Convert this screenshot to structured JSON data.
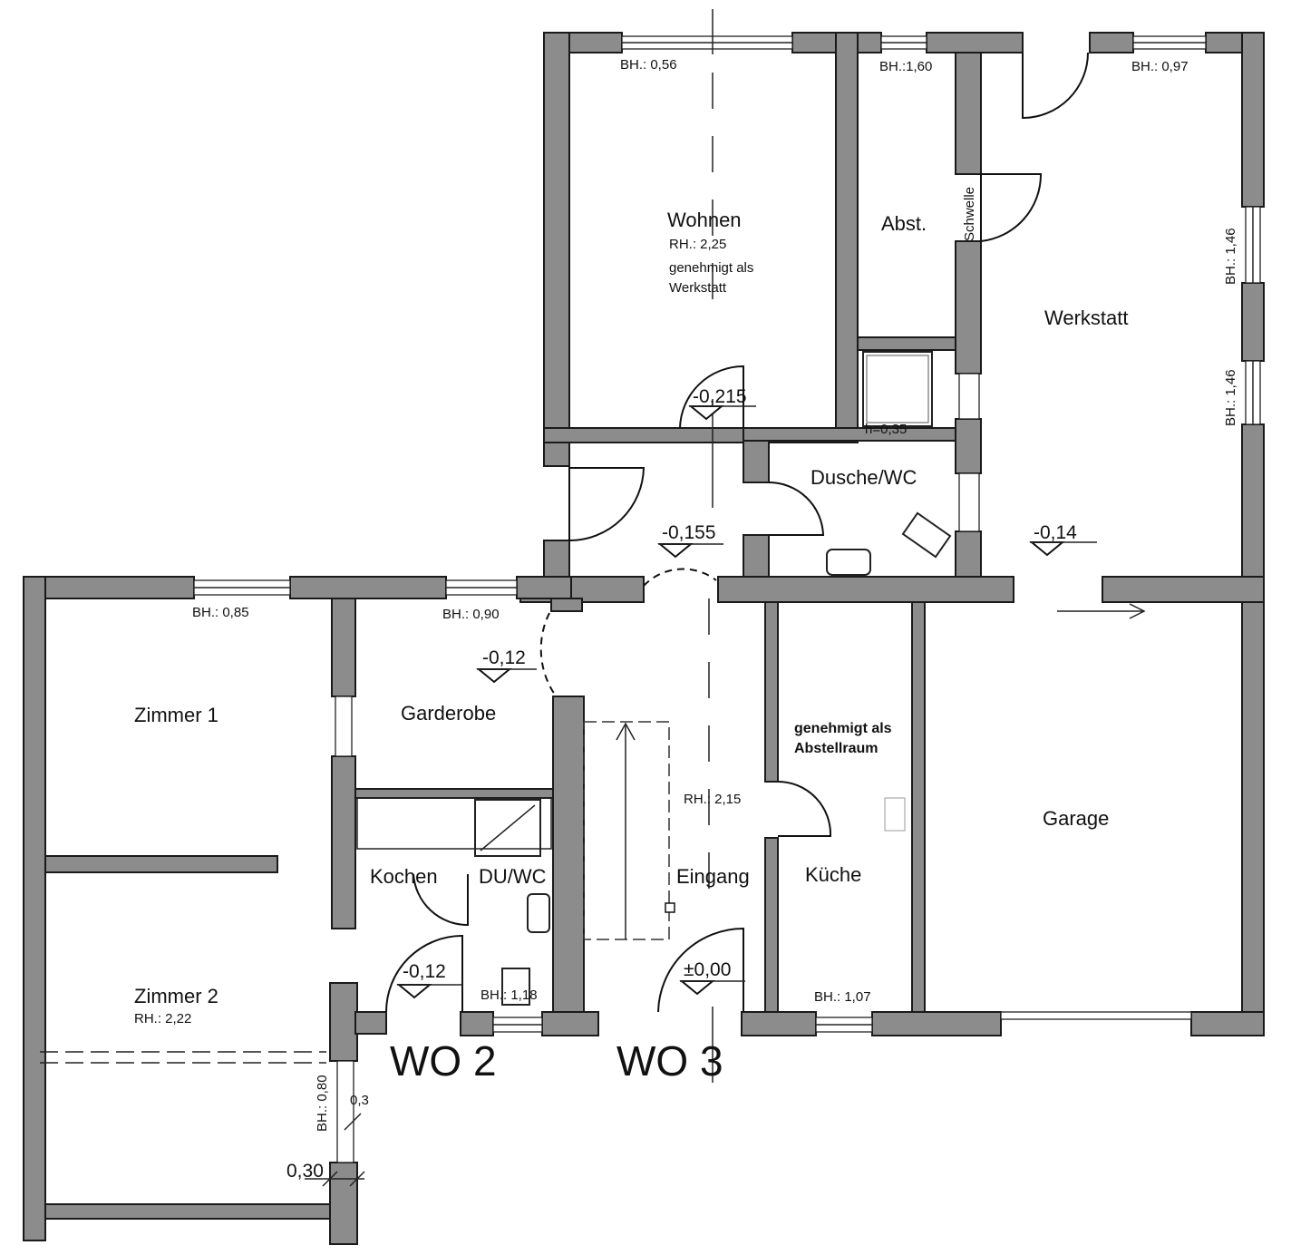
{
  "rooms": {
    "wohnen": "Wohnen",
    "wohnen_rh": "RH.: 2,25",
    "wohnen_note1": "genehmigt als",
    "wohnen_note2": "Werkstatt",
    "abst": "Abst.",
    "schwelle": "Schwelle",
    "werkstatt": "Werkstatt",
    "dusche": "Dusche/WC",
    "zimmer1": "Zimmer 1",
    "garderobe": "Garderobe",
    "kochen": "Kochen",
    "duwc": "DU/WC",
    "eingang": "Eingang",
    "eingang_rh": "RH.: 2,15",
    "kueche": "Küche",
    "kueche_note1": "genehmigt als",
    "kueche_note2": "Abstellraum",
    "garage": "Garage",
    "zimmer2": "Zimmer 2",
    "zimmer2_rh": "RH.: 2,22"
  },
  "sill_heights": {
    "wohnen": "BH.: 0,56",
    "abst": "BH.:1,60",
    "werkstatt_top": "BH.: 0,97",
    "werkstatt_side1": "BH.: 1,46",
    "werkstatt_side2": "BH.: 1,46",
    "zimmer1": "BH.: 0,85",
    "garderobe": "BH.: 0,90",
    "duwc": "BH.: 1,18",
    "kueche": "BH.: 1,07",
    "zimmer2_side": "BH.: 0,80"
  },
  "levels": {
    "wohnen": "-0,215",
    "flur": "-0,155",
    "werkstatt": "-0,14",
    "garderobe": "-0,12",
    "wo2": "-0,12",
    "eingang": "±0,00",
    "shower_h": "h=0,35"
  },
  "dims": {
    "d030a": "0,30",
    "d030b": "0,3"
  },
  "units": {
    "wo2": "WO 2",
    "wo3": "WO 3"
  }
}
